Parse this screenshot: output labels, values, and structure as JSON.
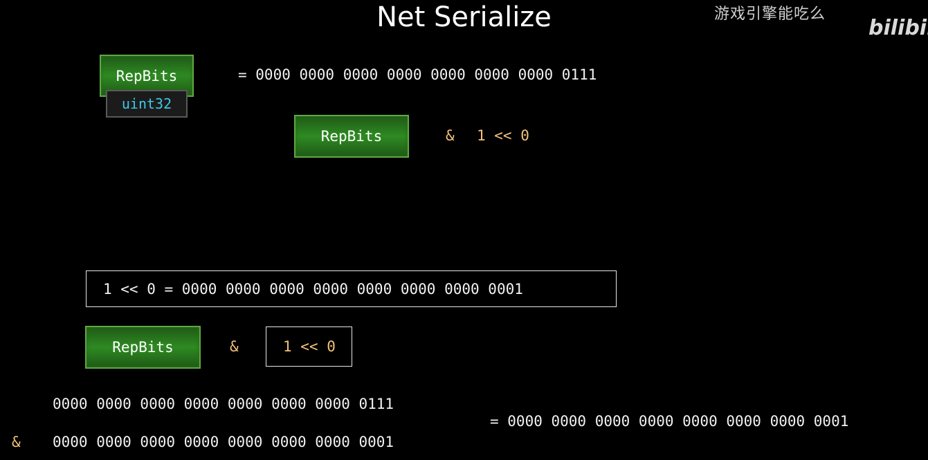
{
  "title": "Net Serialize",
  "watermark": {
    "text": "游戏引擎能吃么",
    "logo_name": "bilibili-logo",
    "logo_text": "bilibili"
  },
  "colors": {
    "background": "#000000",
    "green_box": "#2e8a22",
    "type_text": "#3fc8e6",
    "operator": "#f3c27a"
  },
  "top": {
    "var_label": "RepBits",
    "type_label": "uint32",
    "value": "= 0000 0000 0000 0000 0000 0000 0000 0111",
    "expr_box": "RepBits",
    "expr_op": "&",
    "expr_rhs": "1 << 0"
  },
  "middle": {
    "shift_def": "1 << 0 = 0000 0000 0000 0000 0000 0000 0000 0001",
    "expr_box": "RepBits",
    "expr_op": "&",
    "expr_rhs_box": "1 << 0"
  },
  "bottom": {
    "row1": "0000 0000 0000 0000 0000 0000 0000 0111",
    "op": "&",
    "row2": "0000 0000 0000 0000 0000 0000 0000 0001",
    "result": "= 0000 0000 0000 0000 0000 0000 0000 0001"
  }
}
